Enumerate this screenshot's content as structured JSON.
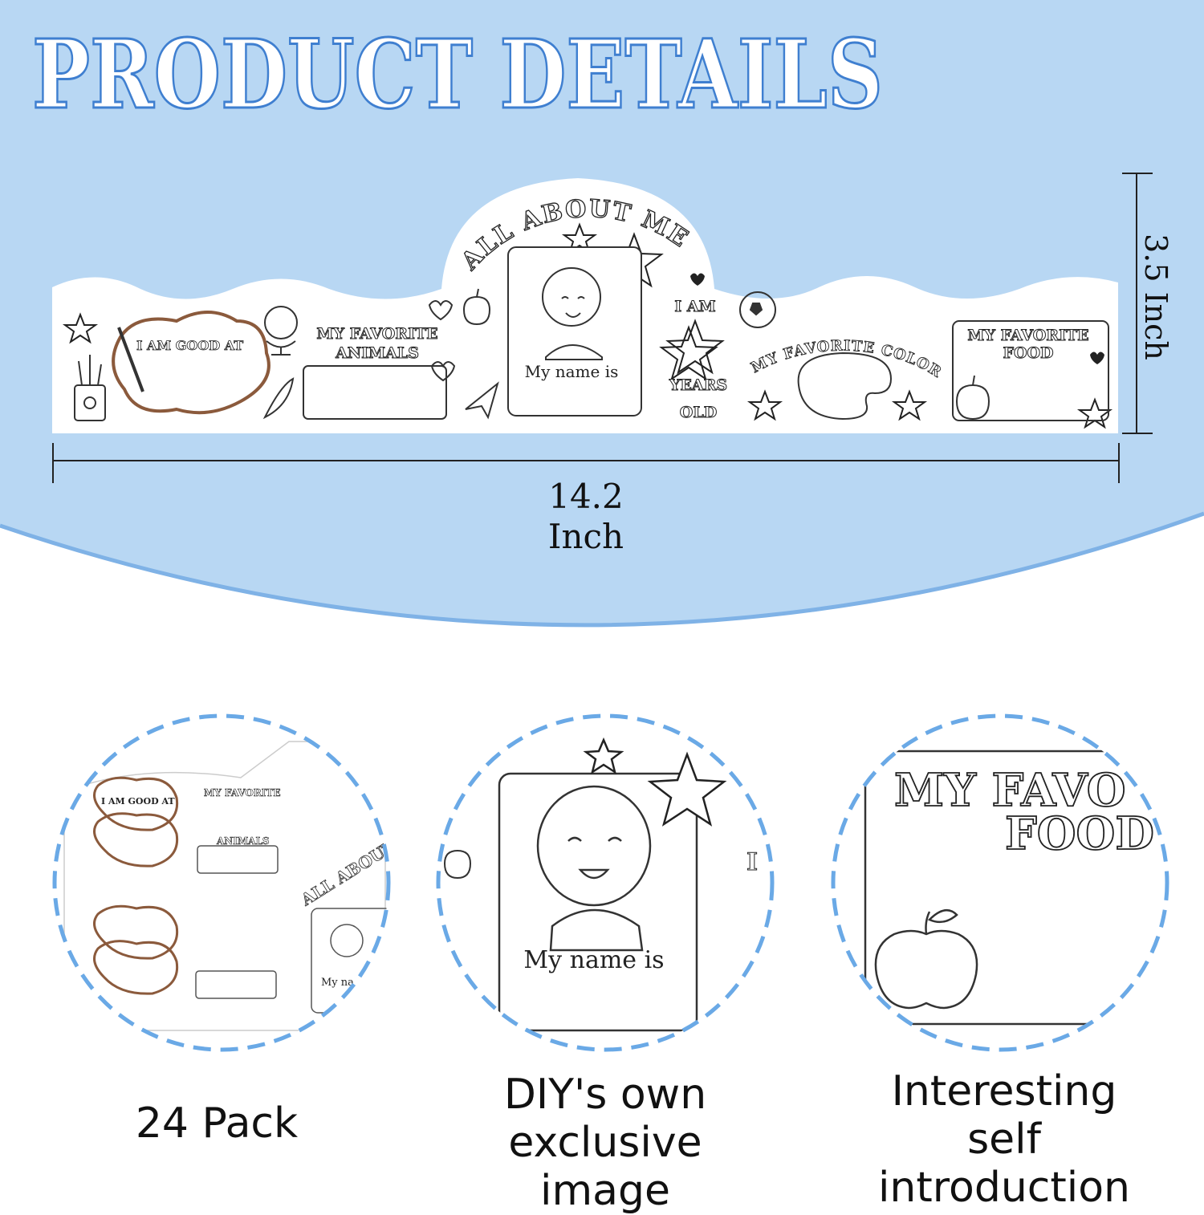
{
  "header": {
    "title": "PRODUCT DETAILS"
  },
  "colors": {
    "banner": "#b8d7f3",
    "banner_edge": "#7fb2e6",
    "title_stroke": "#3f7fd0",
    "dashed_circle": "#6aa9e6",
    "bubble_brown": "#8b5a3c"
  },
  "crown": {
    "arc_text": "ALL ABOUT ME",
    "good_at": "I AM GOOD AT",
    "fav_animals_l1": "MY FAVORITE",
    "fav_animals_l2": "ANIMALS",
    "name_label": "My name is",
    "age_l1": "I AM",
    "age_l2": "YEARS",
    "age_l3": "OLD",
    "fav_color": "MY FAVORITE COLOR",
    "fav_food_l1": "MY FAVORITE",
    "fav_food_l2": "FOOD"
  },
  "dimensions": {
    "width": "14.2 Inch",
    "height": "3.5 Inch"
  },
  "features": [
    {
      "caption": "24 Pack",
      "thumb_good_at": "I AM GOOD AT",
      "thumb_animals_l1": "MY FAVORITE",
      "thumb_animals_l2": "ANIMALS",
      "thumb_arc": "ALL ABOUT",
      "thumb_name": "My na"
    },
    {
      "caption_l1": "DIY's own",
      "caption_l2": "exclusive image",
      "name_label": "My name is",
      "side_letter": "I"
    },
    {
      "caption_l1": "Interesting",
      "caption_l2": "self introduction",
      "food_l1": "MY FAVO",
      "food_l2": "FOOD"
    }
  ]
}
